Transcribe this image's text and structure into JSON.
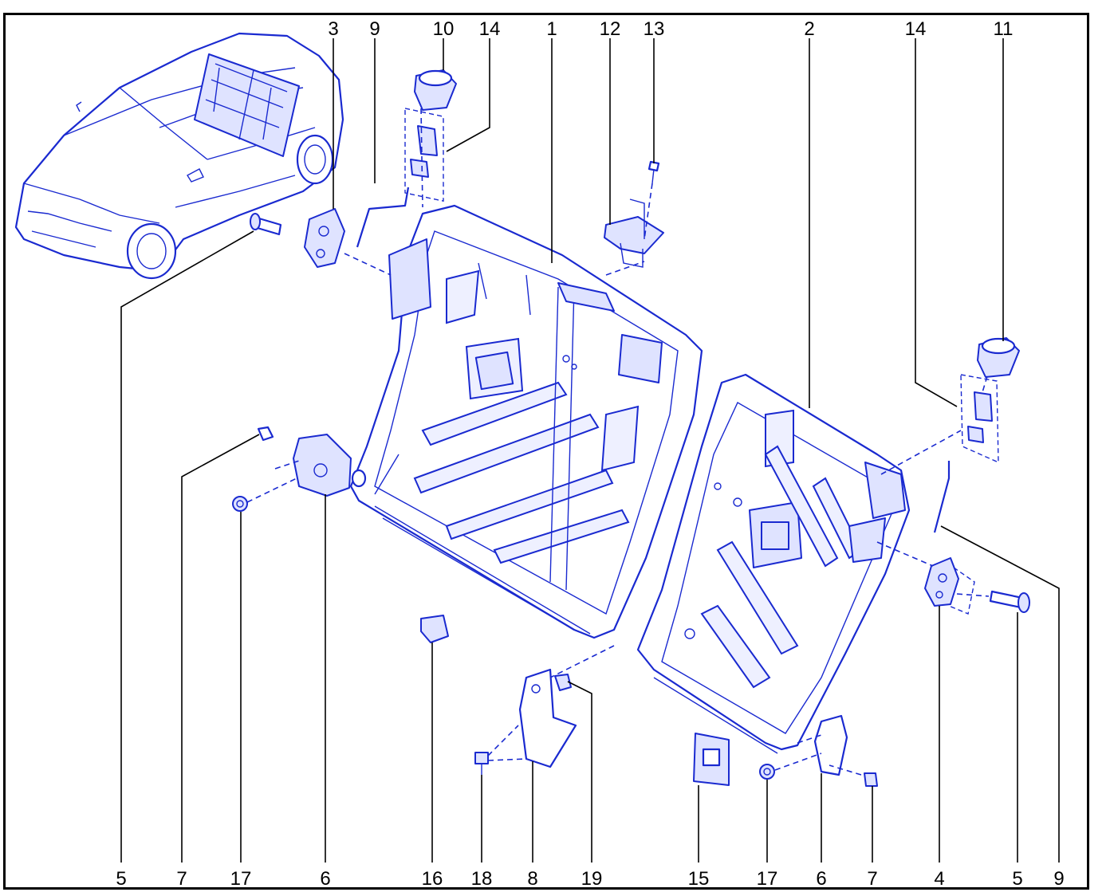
{
  "figure": {
    "background": "#ffffff",
    "line_color": "#1a2ad0",
    "callouts": [
      {
        "id": "c3",
        "text": "3"
      },
      {
        "id": "c9a",
        "text": "9"
      },
      {
        "id": "c10",
        "text": "10"
      },
      {
        "id": "c14a",
        "text": "14"
      },
      {
        "id": "c1",
        "text": "1"
      },
      {
        "id": "c12",
        "text": "12"
      },
      {
        "id": "c13",
        "text": "13"
      },
      {
        "id": "c2",
        "text": "2"
      },
      {
        "id": "c14b",
        "text": "14"
      },
      {
        "id": "c11",
        "text": "11"
      },
      {
        "id": "c5a",
        "text": "5"
      },
      {
        "id": "c7a",
        "text": "7"
      },
      {
        "id": "c17a",
        "text": "17"
      },
      {
        "id": "c6a",
        "text": "6"
      },
      {
        "id": "c16",
        "text": "16"
      },
      {
        "id": "c18",
        "text": "18"
      },
      {
        "id": "c8",
        "text": "8"
      },
      {
        "id": "c19",
        "text": "19"
      },
      {
        "id": "c15",
        "text": "15"
      },
      {
        "id": "c17b",
        "text": "17"
      },
      {
        "id": "c6b",
        "text": "6"
      },
      {
        "id": "c7b",
        "text": "7"
      },
      {
        "id": "c4",
        "text": "4"
      },
      {
        "id": "c5b",
        "text": "5"
      },
      {
        "id": "c9b",
        "text": "9"
      }
    ]
  }
}
